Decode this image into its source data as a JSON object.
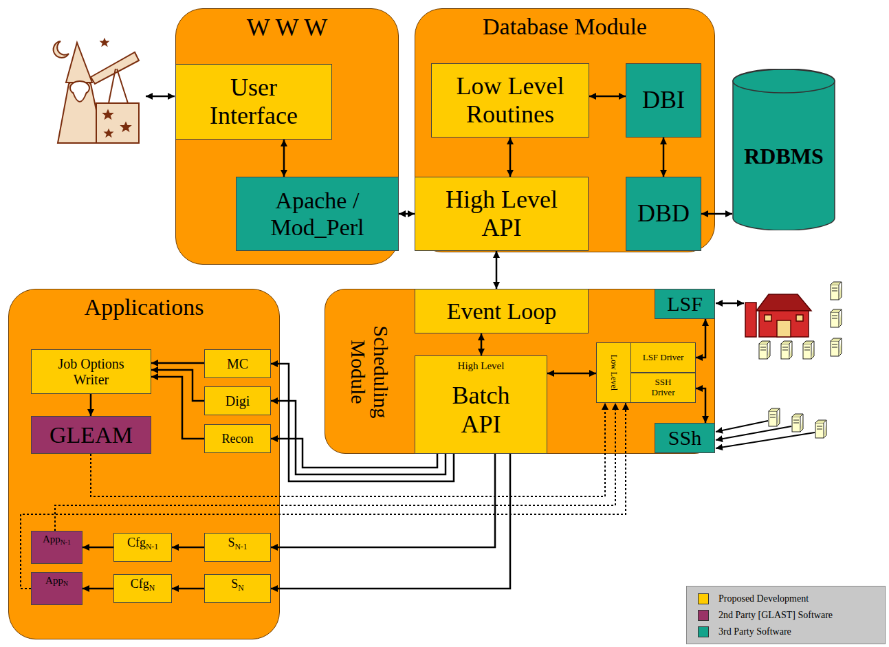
{
  "diagram": {
    "nodes": [
      {
        "text": [
          "W W W"
        ]
      },
      {
        "text": [
          "User Interface"
        ],
        "in": 0
      },
      {
        "text": [
          "Apache / Mod_Perl"
        ],
        "in": 0
      },
      {
        "text": [
          "Database Module"
        ]
      },
      {
        "text": [
          "Low Level Routines"
        ],
        "in": 3
      },
      {
        "text": [
          "DBI"
        ],
        "in": 3
      },
      {
        "text": [
          "High Level API"
        ],
        "in": 3
      },
      {
        "text": [
          "DBD"
        ],
        "in": 3
      },
      {
        "text": [
          "RDBMS"
        ]
      },
      {
        "text": [
          "Applications"
        ]
      },
      {
        "text": [
          "Job Options Writer"
        ],
        "in": 9
      },
      {
        "text": [
          "MC"
        ],
        "in": 9
      },
      {
        "text": [
          "Digi"
        ],
        "in": 9
      },
      {
        "text": [
          "Recon"
        ],
        "in": 9
      },
      {
        "text": [
          "GLEAM"
        ],
        "in": 9
      },
      {
        "text": [
          "App",
          "N-1"
        ],
        "in": 9
      },
      {
        "text": [
          "Cfg",
          "N-1"
        ],
        "in": 9
      },
      {
        "text": [
          "S",
          "N-1"
        ],
        "in": 9
      },
      {
        "text": [
          "App",
          "N"
        ],
        "in": 9
      },
      {
        "text": [
          "Cfg",
          "N"
        ],
        "in": 9
      },
      {
        "text": [
          "S",
          "N"
        ],
        "in": 9
      },
      {
        "text": [
          "Scheduling Module"
        ]
      },
      {
        "text": [
          "Event Loop"
        ],
        "in": 21
      },
      {
        "text": [
          "High Level",
          "Batch API"
        ],
        "in": 21
      },
      {
        "text": [
          "Low Level"
        ],
        "in": 21
      },
      {
        "text": [
          "LSF Driver"
        ],
        "in": 24
      },
      {
        "text": [
          "SSH Driver"
        ],
        "in": 24
      },
      {
        "text": [
          "LSF"
        ],
        "in": 21
      },
      {
        "text": [
          "SSh"
        ],
        "in": 21
      }
    ],
    "edges": [
      {
        "from": 1,
        "to": 2,
        "arrow": "both"
      },
      {
        "from": 2,
        "to": 6,
        "arrow": "both"
      },
      {
        "from": 4,
        "to": 5,
        "arrow": "both"
      },
      {
        "from": 4,
        "to": 6,
        "arrow": "both"
      },
      {
        "from": 5,
        "to": 7,
        "arrow": "both"
      },
      {
        "from": 7,
        "to": 8,
        "arrow": "both"
      },
      {
        "from": 6,
        "to": 22,
        "arrow": "both"
      },
      {
        "from": 22,
        "to": 23,
        "arrow": "both"
      },
      {
        "from": 23,
        "to": 24,
        "arrow": "both"
      },
      {
        "from": 25,
        "to": 27,
        "arrow": "both"
      },
      {
        "from": 26,
        "to": 28,
        "arrow": "both"
      },
      {
        "from": 11,
        "to": 10,
        "arrow": "to"
      },
      {
        "from": 12,
        "to": 10,
        "arrow": "to"
      },
      {
        "from": 13,
        "to": 10,
        "arrow": "to"
      },
      {
        "from": 10,
        "to": 14,
        "arrow": "to"
      },
      {
        "from": 23,
        "to": 11,
        "arrow": "to"
      },
      {
        "from": 23,
        "to": 12,
        "arrow": "to"
      },
      {
        "from": 23,
        "to": 13,
        "arrow": "to"
      },
      {
        "from": 23,
        "to": 17,
        "arrow": "to"
      },
      {
        "from": 23,
        "to": 20,
        "arrow": "to"
      },
      {
        "from": 17,
        "to": 16,
        "arrow": "to"
      },
      {
        "from": 16,
        "to": 15,
        "arrow": "to"
      },
      {
        "from": 20,
        "to": 19,
        "arrow": "to"
      },
      {
        "from": 19,
        "to": 18,
        "arrow": "to"
      },
      {
        "from": 14,
        "to": 24,
        "arrow": "to"
      },
      {
        "from": 15,
        "to": 24,
        "arrow": "to"
      },
      {
        "from": 18,
        "to": 24,
        "arrow": "to"
      }
    ],
    "legend": [
      {
        "text": "Proposed Development",
        "color": "#ffcc00"
      },
      {
        "text": "2nd Party [GLAST] Software",
        "color": "#993366"
      },
      {
        "text": "3rd Party Software",
        "color": "#14a38b"
      }
    ]
  }
}
